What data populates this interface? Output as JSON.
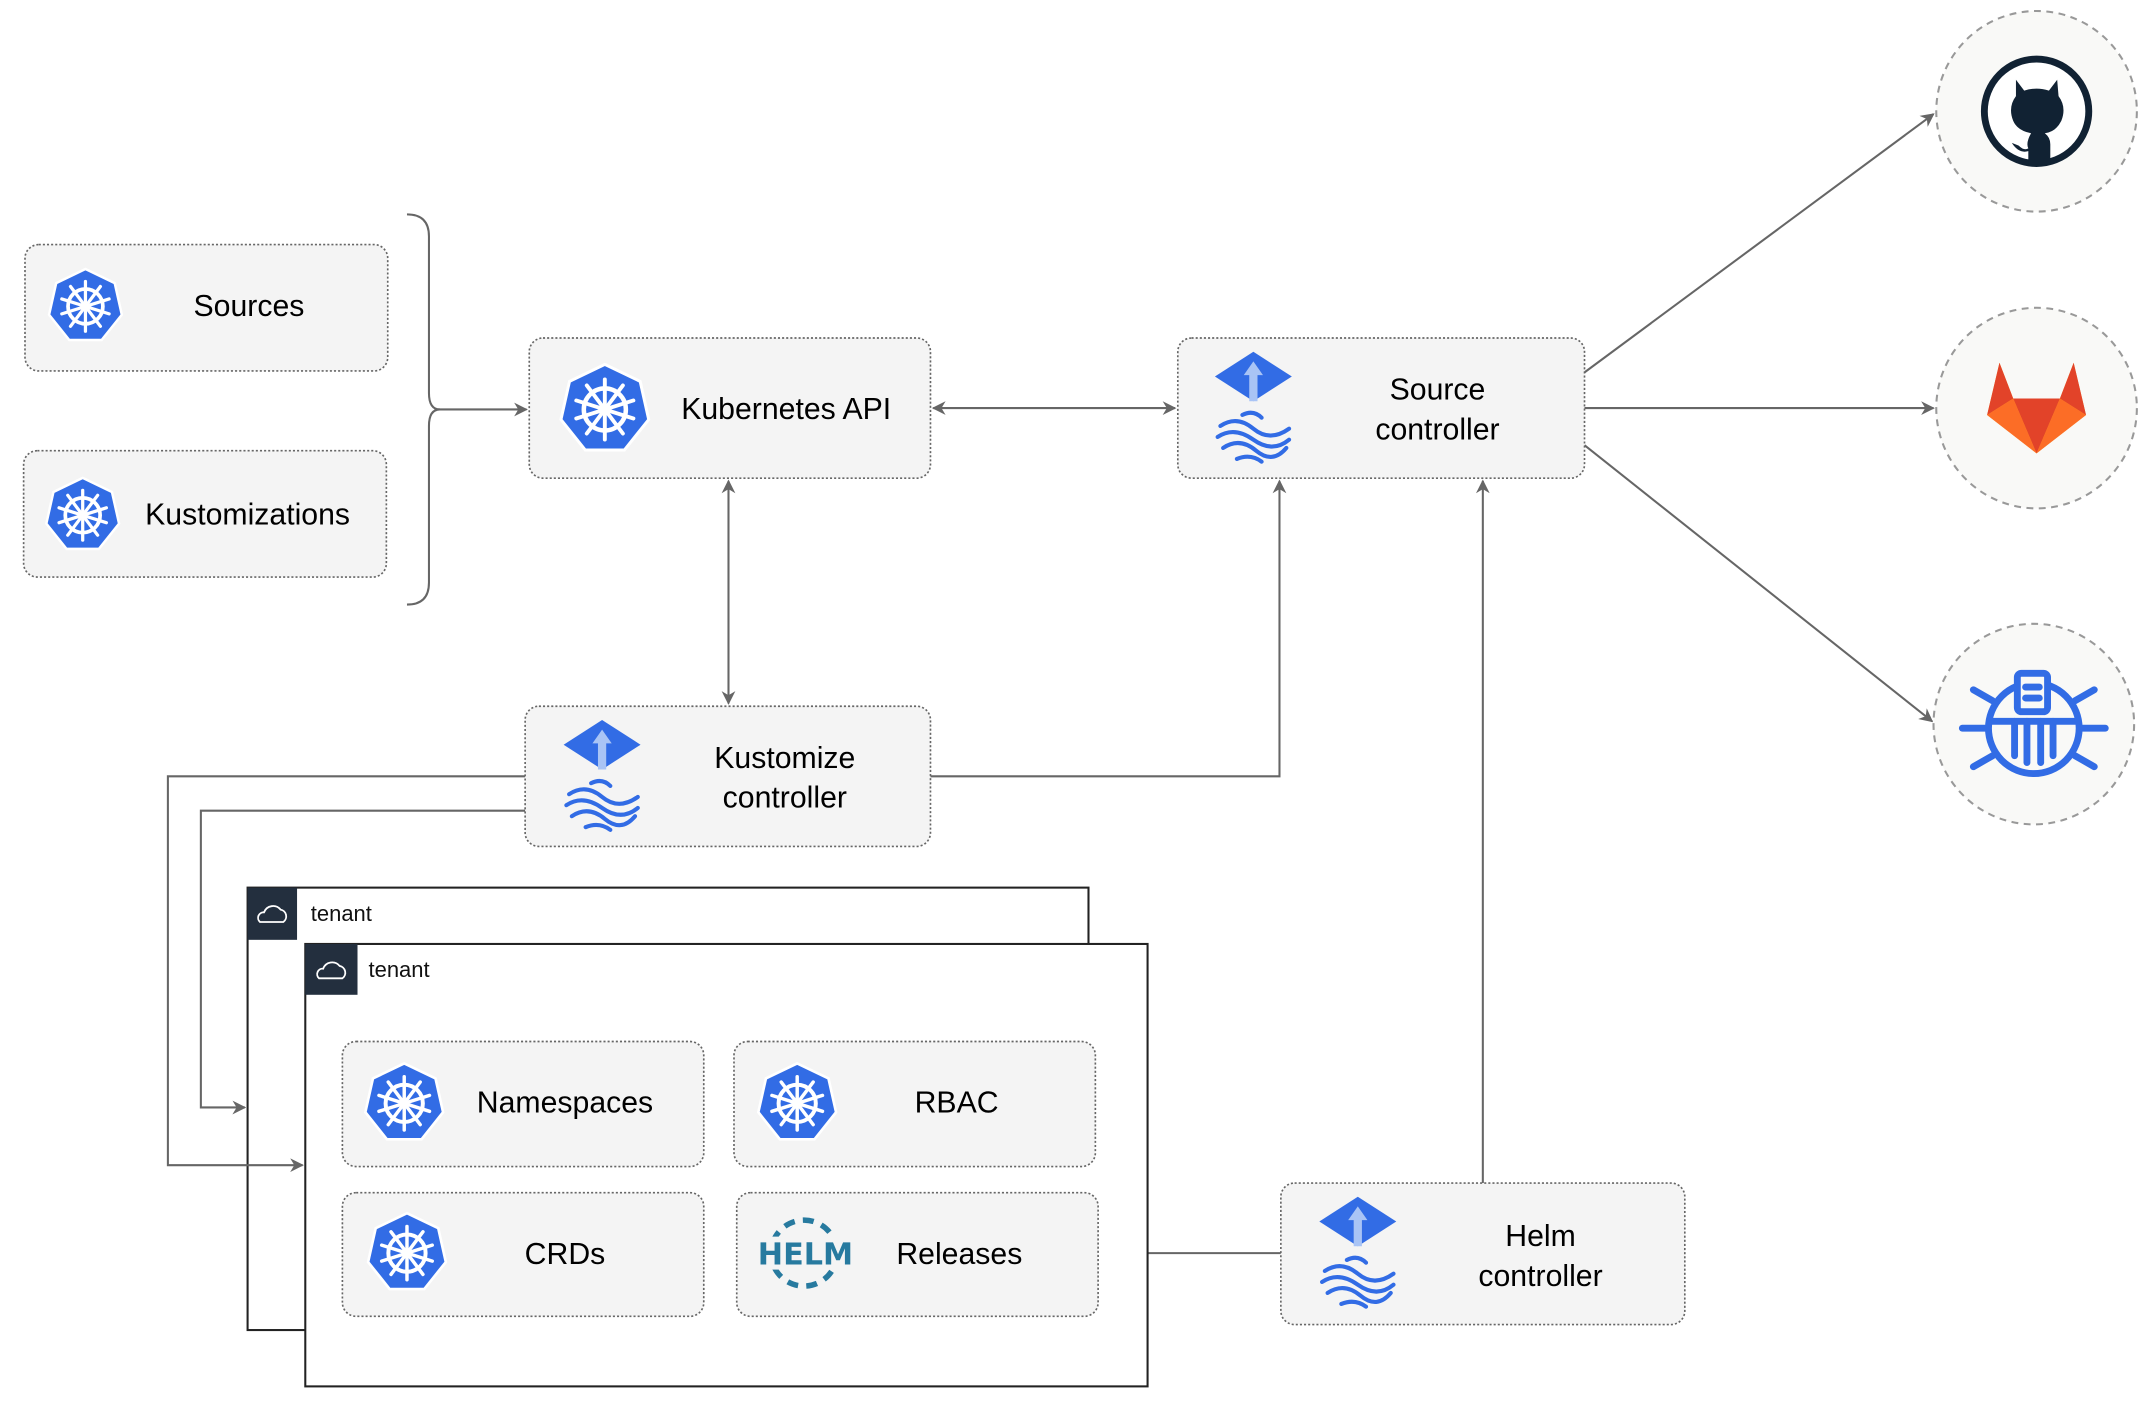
{
  "nodes": {
    "sources": "Sources",
    "kustomizations": "Kustomizations",
    "kubernetes_api": "Kubernetes API",
    "source_controller": [
      "Source",
      "controller"
    ],
    "kustomize_controller": [
      "Kustomize",
      "controller"
    ],
    "helm_controller": [
      "Helm",
      "controller"
    ],
    "namespaces": "Namespaces",
    "rbac": "RBAC",
    "crds": "CRDs",
    "releases": "Releases"
  },
  "tenants": [
    "tenant",
    "tenant"
  ],
  "helm_logo_text": "HELM",
  "external_sources": [
    "github-icon",
    "gitlab-icon",
    "bucket-icon"
  ],
  "colors": {
    "kubernetes": "#326ce5",
    "flux": "#326ce5",
    "gitlab_orange": "#e24329",
    "gitlab_light": "#fca326",
    "github": "#112233",
    "helm": "#277a9f"
  }
}
